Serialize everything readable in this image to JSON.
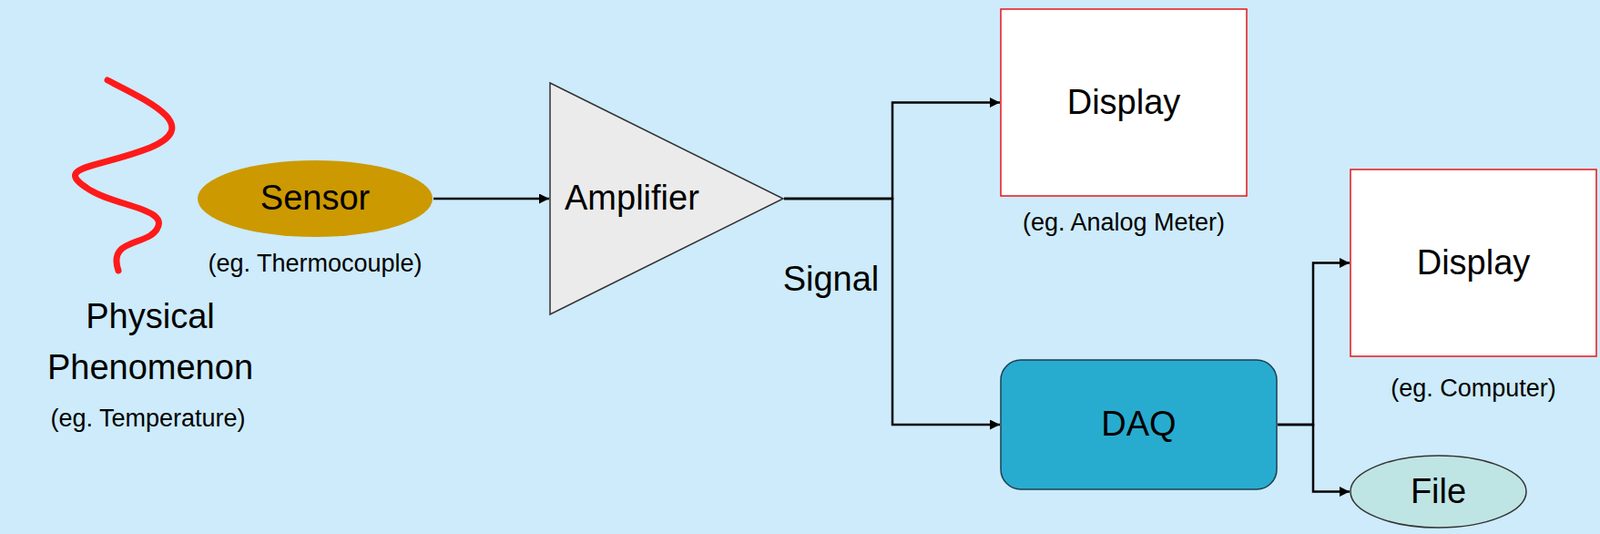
{
  "diagram": {
    "nodes": [
      {
        "text": [
          "Sensor",
          "(eg. Thermocouple)"
        ]
      },
      {
        "text": [
          "Amplifier"
        ]
      },
      {
        "text": [
          "Display",
          "(eg. Analog Meter)"
        ]
      },
      {
        "text": [
          "DAQ"
        ]
      },
      {
        "text": [
          "Display",
          "(eg. Computer)"
        ]
      },
      {
        "text": [
          "File"
        ]
      }
    ],
    "edges": [
      {
        "from": 0,
        "to": 1,
        "arrow": "to"
      },
      {
        "from": 1,
        "to": 2,
        "arrow": "to"
      },
      {
        "from": 1,
        "to": 3,
        "arrow": "to"
      },
      {
        "from": 3,
        "to": 4,
        "arrow": "to"
      },
      {
        "from": 3,
        "to": 5,
        "arrow": "to"
      }
    ],
    "labels": [
      "Physical Phenomenon",
      "(eg. Temperature)",
      "Signal"
    ]
  }
}
